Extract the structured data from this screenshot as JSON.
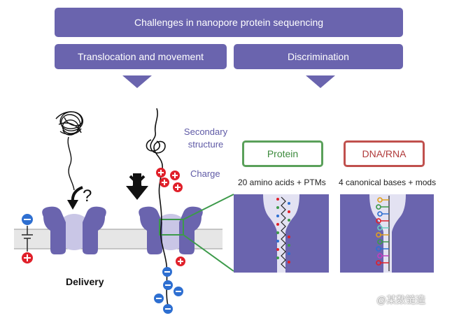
{
  "header": {
    "title": "Challenges in nanopore protein sequencing",
    "left": "Translocation and movement",
    "right": "Discrimination"
  },
  "labels": {
    "secondary_structure": "Secondary structure",
    "charge": "Charge",
    "question": "?",
    "delivery": "Delivery"
  },
  "discrimination": {
    "protein": {
      "title": "Protein",
      "caption": "20 amino acids + PTMs"
    },
    "dna": {
      "title": "DNA/RNA",
      "caption": "4 canonical bases + mods"
    }
  },
  "watermark": "@某数链造",
  "colors": {
    "banner": "#6a64ae",
    "pore": "#6a64ae",
    "membrane": "#e6e6e6",
    "positive": "#e0202a",
    "negative": "#2e6fd1",
    "protein_box": "#5aa05a",
    "dna_box": "#c0504d"
  }
}
